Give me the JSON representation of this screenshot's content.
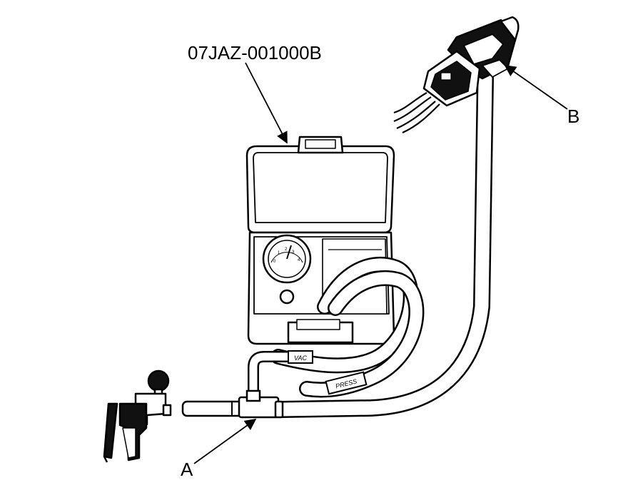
{
  "diagram": {
    "part_number": "07JAZ-001000B",
    "callouts": {
      "a": "A",
      "b": "B"
    },
    "hose_markings": {
      "vac": "VAC",
      "press": "PRESS"
    },
    "colors": {
      "line": "#000000",
      "fill": "#ffffff",
      "shade": "#222222"
    }
  }
}
